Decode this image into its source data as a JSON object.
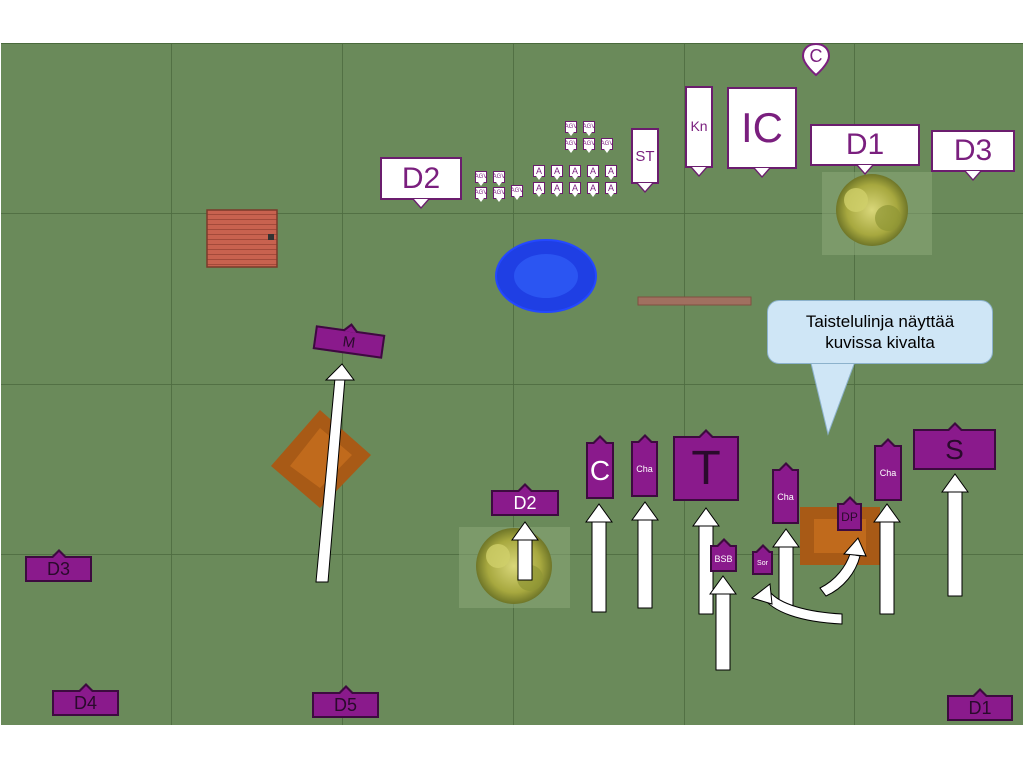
{
  "callout": {
    "line1": "Taistelulinja näyttää",
    "line2": "kuvissa kivalta"
  },
  "enemy_units": {
    "d2": "D2",
    "kn": "Kn",
    "ic": "IC",
    "d1": "D1",
    "d3": "D3",
    "st": "ST",
    "a": "A",
    "c_marker": "C"
  },
  "own_units": {
    "m": "M",
    "d3": "D3",
    "d4": "D4",
    "d5": "D5",
    "d1": "D1",
    "d2": "D2",
    "c": "C",
    "cha1": "Cha",
    "t": "T",
    "cha2": "Cha",
    "cha3": "Cha",
    "s": "S",
    "bsb": "BSB",
    "sor": "Sor",
    "dp": "DP"
  },
  "colors": {
    "board": "#6a8a5a",
    "own_unit": "#8a1a8c",
    "enemy_unit_text": "#7a1f7e",
    "water": "#1a3fe0",
    "building": "#c05c4a",
    "hill": "#a05214",
    "callout": "#cfe6f6"
  }
}
